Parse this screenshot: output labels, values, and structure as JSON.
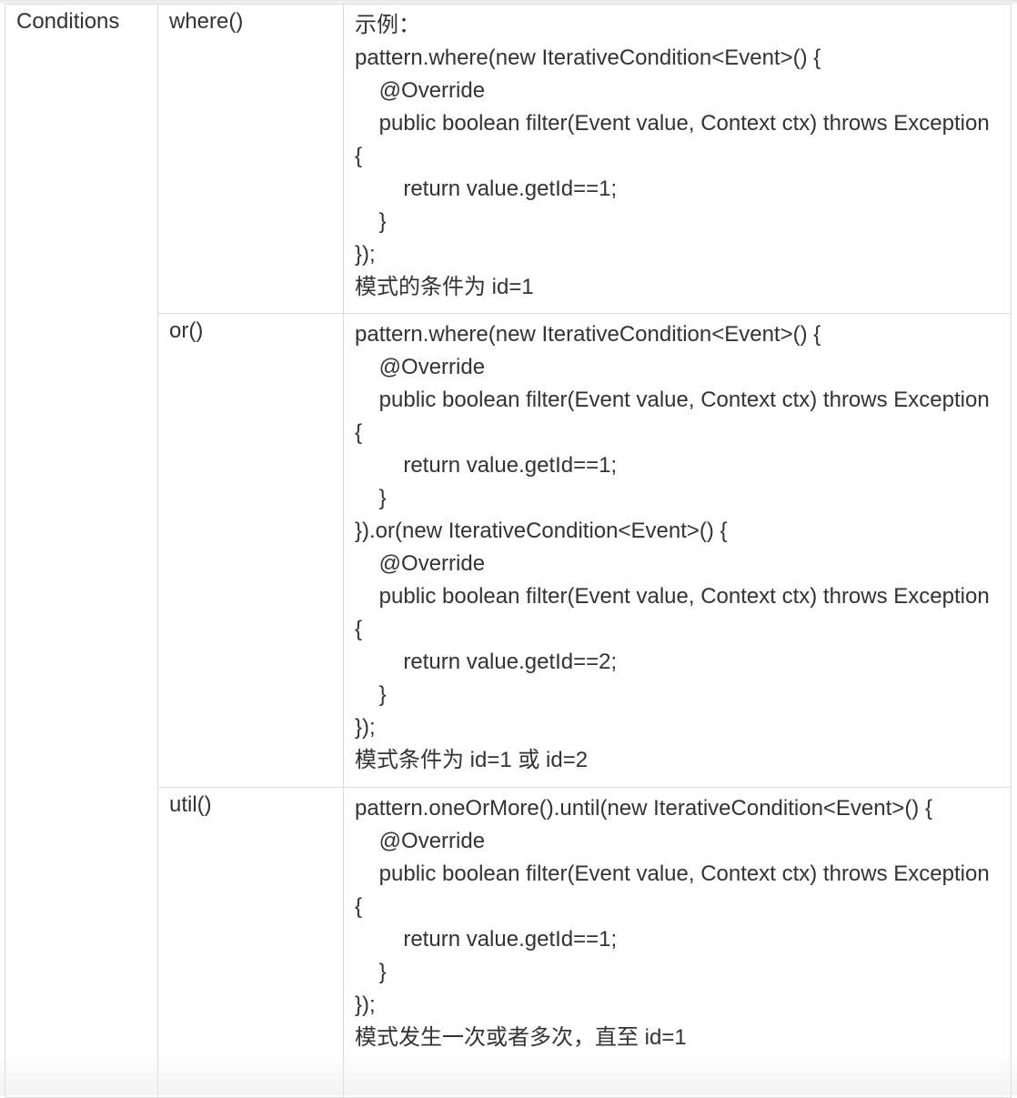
{
  "table": {
    "category": "Conditions",
    "rows": [
      {
        "method": "where()",
        "lines": [
          "示例：",
          "pattern.where(new IterativeCondition<Event>() {",
          "    @Override",
          "    public boolean filter(Event value, Context ctx) throws Exception {",
          "        return value.getId==1;",
          "    }",
          "});",
          "模式的条件为 id=1"
        ]
      },
      {
        "method": "or()",
        "lines": [
          "pattern.where(new IterativeCondition<Event>() {",
          "    @Override",
          "    public boolean filter(Event value, Context ctx) throws Exception {",
          "        return value.getId==1;",
          "    }",
          "}).or(new IterativeCondition<Event>() {",
          "    @Override",
          "    public boolean filter(Event value, Context ctx) throws Exception {",
          "        return value.getId==2;",
          "    }",
          "});",
          "模式条件为 id=1 或 id=2"
        ]
      },
      {
        "method": "util()",
        "lines": [
          "pattern.oneOrMore().until(new IterativeCondition<Event>() {",
          "    @Override",
          "    public boolean filter(Event value, Context ctx) throws Exception {",
          "        return value.getId==1;",
          "    }",
          "});",
          "模式发生一次或者多次，直至 id=1"
        ]
      }
    ]
  }
}
